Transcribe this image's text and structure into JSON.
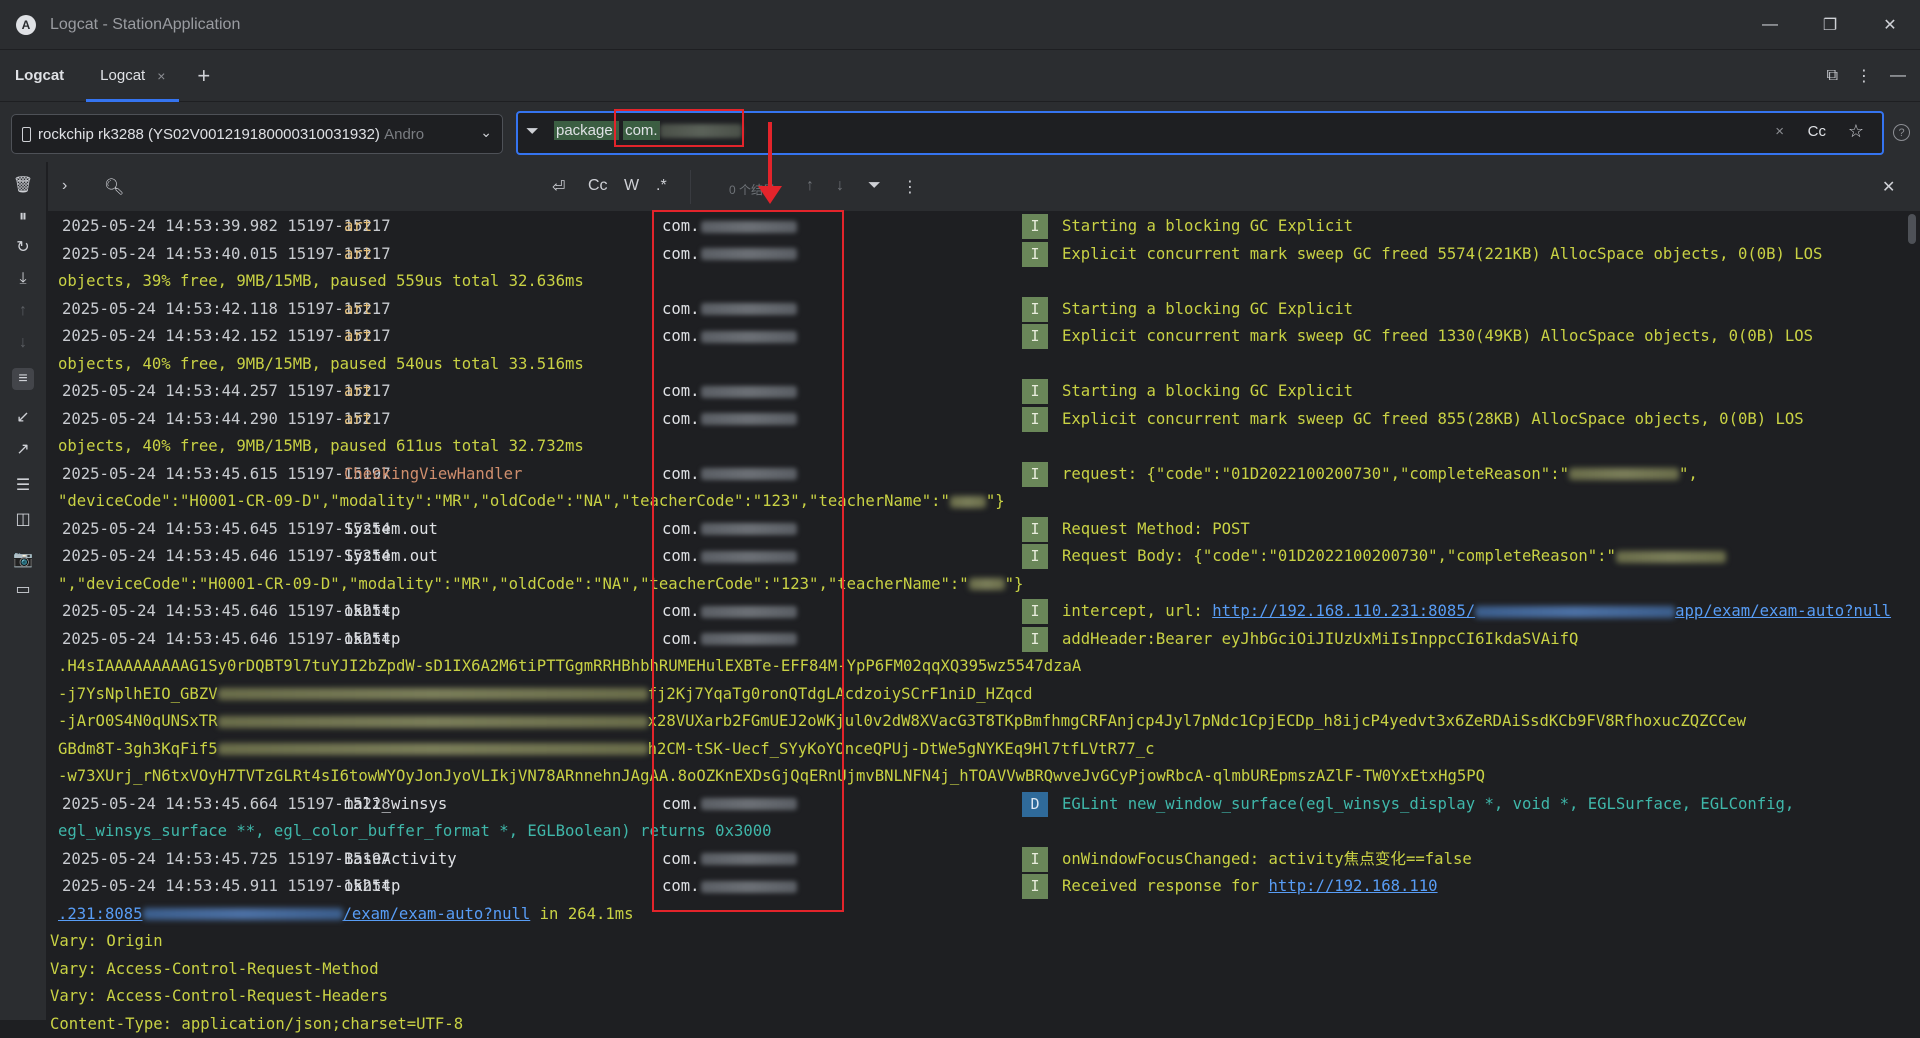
{
  "window": {
    "title": "Logcat - StationApplication",
    "minimize": "—",
    "restore": "❐",
    "close": "✕"
  },
  "tabbar": {
    "tool_title": "Logcat",
    "tab_label": "Logcat",
    "tab_close": "×",
    "add": "+"
  },
  "device": {
    "name": "rockchip rk3288 (YS02V0012191800003100319 32)",
    "name_main": "rockchip rk3288 (YS02V00121918000031003193 2) ",
    "label": "rockchip rk3288 (YS02V001219180000310031932)",
    "suffix": "Andro"
  },
  "filter": {
    "key": "package:",
    "value": "com.",
    "clear": "×",
    "case": "Cc",
    "favorite": "☆"
  },
  "search": {
    "case": "Cc",
    "word": "W",
    "regex": ".*",
    "results": "0 个结果"
  },
  "log": [
    {
      "ts": "2025-05-24 14:53:39.982 15197-15217",
      "tag": "art",
      "pkg": "com.",
      "level": "I",
      "msg": "Starting a blocking GC Explicit"
    },
    {
      "ts": "2025-05-24 14:53:40.015 15197-15217",
      "tag": "art",
      "pkg": "com.",
      "level": "I",
      "msg": "Explicit concurrent mark sweep GC freed 5574(221KB) AllocSpace objects, 0(0B) LOS"
    },
    {
      "cont": " objects, 39% free, 9MB/15MB, paused 559us total 32.636ms"
    },
    {
      "ts": "2025-05-24 14:53:42.118 15197-15217",
      "tag": "art",
      "pkg": "com.",
      "level": "I",
      "msg": "Starting a blocking GC Explicit"
    },
    {
      "ts": "2025-05-24 14:53:42.152 15197-15217",
      "tag": "art",
      "pkg": "com.",
      "level": "I",
      "msg": "Explicit concurrent mark sweep GC freed 1330(49KB) AllocSpace objects, 0(0B) LOS"
    },
    {
      "cont": " objects, 40% free, 9MB/15MB, paused 540us total 33.516ms"
    },
    {
      "ts": "2025-05-24 14:53:44.257 15197-15217",
      "tag": "art",
      "pkg": "com.",
      "level": "I",
      "msg": "Starting a blocking GC Explicit"
    },
    {
      "ts": "2025-05-24 14:53:44.290 15197-15217",
      "tag": "art",
      "pkg": "com.",
      "level": "I",
      "msg": "Explicit concurrent mark sweep GC freed 855(28KB) AllocSpace objects, 0(0B) LOS"
    },
    {
      "cont": " objects, 40% free, 9MB/15MB, paused 611us total 32.732ms"
    },
    {
      "ts": "2025-05-24 14:53:45.615 15197-15197",
      "tag": "CheckingViewHandler",
      "pkg": "com.",
      "level": "I",
      "msg": "request: {\"code\":\"01D2022100200730\",\"completeReason\":\""
    },
    {
      "cont": " \"deviceCode\":\"H0001-CR-09-D\",\"modality\":\"MR\",\"oldCode\":\"NA\",\"teacherCode\":\"123\",\"teacherName\":\""
    },
    {
      "ts": "2025-05-24 14:53:45.645 15197-15254",
      "tag": "System.out",
      "pkg": "com.",
      "level": "I",
      "msg": "Request Method: POST"
    },
    {
      "ts": "2025-05-24 14:53:45.646 15197-15254",
      "tag": "System.out",
      "pkg": "com.",
      "level": "I",
      "msg": "Request Body: {\"code\":\"01D2022100200730\",\"completeReason\":\""
    },
    {
      "cont": " \",\"deviceCode\":\"H0001-CR-09-D\",\"modality\":\"MR\",\"oldCode\":\"NA\",\"teacherCode\":\"123\",\"teacherName\":\""
    },
    {
      "ts": "2025-05-24 14:53:45.646 15197-15254",
      "tag": "okhttp",
      "pkg": "com.",
      "level": "I",
      "msg": "intercept, url: ",
      "link": "http://192.168.110.231:8085/",
      "link2": "app/exam/exam-auto?null"
    },
    {
      "ts": "2025-05-24 14:53:45.646 15197-15254",
      "tag": "okhttp",
      "pkg": "com.",
      "level": "I",
      "msg": "addHeader:Bearer eyJhbGciOiJIUzUxMiIsInppcCI6IkdaSVAifQ"
    },
    {
      "cont": " .H4sIAAAAAAAAAG1Sy0rDQBT9l7tuYJI2bZpdW-sD1IX6A2M6tiPTTGgmRRHBhbhRUMEHulEXBTe-EFF84M-YpP6FM02qqXQ395wz5547dzaA"
    },
    {
      "cont": " -j7YsNplhEIO_GBZV",
      "cont2": "fj2Kj7YqaTg0ronQTdgLAcdzoiySCrF1niD_HZqcd"
    },
    {
      "cont": " -jArO0S4N0qUNSxTR",
      "cont2": "x28VUXarb2FGmUEJ2oWKjul0v2dW8XVacG3T8TKpBmfhmgCRFAnjcp4Jyl7pNdc1CpjECDp_h8ijcP4yedvt3x6ZeRDAiSsdKCb9FV8RfhoxucZQZCCew"
    },
    {
      "cont": " GBdm8T-3gh3KqFif5",
      "cont2": "h2CM-tSK-Uecf_SYyKoYOnceQPUj-DtWe5gNYKEq9Hl7tfLVtR77_c"
    },
    {
      "cont": " -w73XUrj_rN6txVOyH7TVTzGLRt4sI6towWYOyJonJyoVLIkjVN78ARnnehnJAgAA.8oOZKnEXDsGjQqERnUjmvBNLNFN4j_hTOAVVwBRQwveJvGCyPjowRbcA-qlmbUREpmszAZlF-TW0YxEtxHg5PQ"
    },
    {
      "ts": "2025-05-24 14:53:45.664 15197-15228",
      "tag": "mali_winsys",
      "pkg": "com.",
      "level": "D",
      "msg": "EGLint new_window_surface(egl_winsys_display *, void *, EGLSurface, EGLConfig,"
    },
    {
      "cont": " egl_winsys_surface **, egl_color_buffer_format *, EGLBoolean) returns 0x3000"
    },
    {
      "ts": "2025-05-24 14:53:45.725 15197-15197",
      "tag": "BaseActivity",
      "pkg": "com.",
      "level": "I",
      "msg": "onWindowFocusChanged: activity焦点变化==false"
    },
    {
      "ts": "2025-05-24 14:53:45.911 15197-15254",
      "tag": "okhttp",
      "pkg": "com.",
      "level": "I",
      "msg": "Received response for ",
      "link": "http://192.168.110"
    },
    {
      "cont_link": " .231:8085",
      "cont_link2": "/exam/exam-auto?null",
      "cont_tail": " in 264.1ms"
    },
    {
      "plain": "Vary: Origin"
    },
    {
      "plain": "Vary: Access-Control-Request-Method"
    },
    {
      "plain": "Vary: Access-Control-Request-Headers"
    },
    {
      "plain": "Content-Type: application/json;charset=UTF-8"
    }
  ]
}
